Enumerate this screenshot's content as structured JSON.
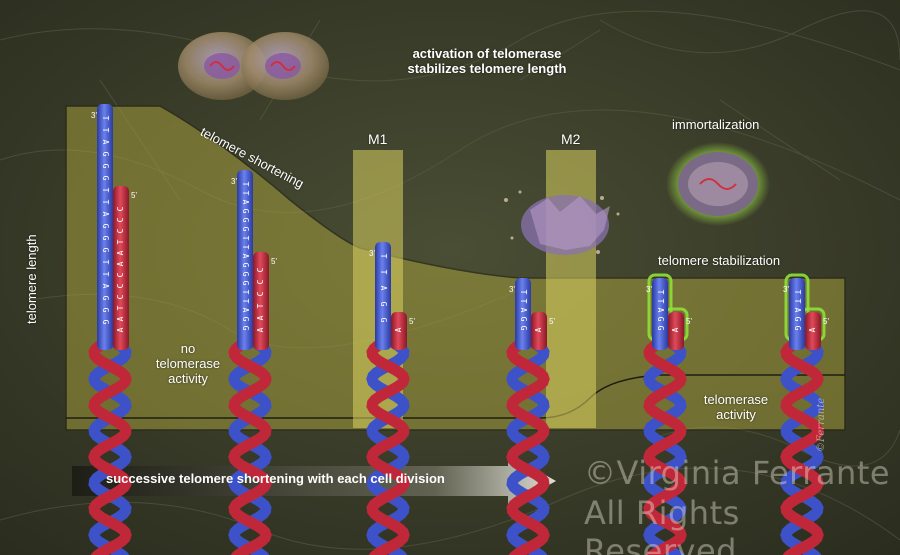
{
  "title": {
    "line1": "activation of telomerase",
    "line2": "stabilizes telomere length"
  },
  "labels": {
    "telomere_shortening": "telomere shortening",
    "telomere_length": "telomere length",
    "m1": "M1",
    "m2": "M2",
    "immortalization": "immortalization",
    "telomere_stabilization": "telomere stabilization",
    "no_telomerase_activity": [
      "no",
      "telomerase",
      "activity"
    ],
    "telomerase_activity": [
      "telomerase",
      "activity"
    ]
  },
  "arrow_text": "successive telomere shortening with each cell division",
  "strand_labels": {
    "three_prime": "3'",
    "five_prime": "5'"
  },
  "sequences": {
    "long_g_strand": "TTAGGGTTAGGGTTAGGG",
    "long_c_strand": "AATCCCAATCCC",
    "medium_c_strand": "AATCCC",
    "short_g_strand": "TTAGG",
    "short_c_strand": "A"
  },
  "watermark": {
    "line1": "©Virginia Ferrante",
    "line2": "All Rights Reserved"
  },
  "signature": "©Ferrante",
  "colors": {
    "background": "#3a3d2a",
    "telomere_band": "#b8b040",
    "blue_strand": "#3d52c8",
    "red_strand": "#c0283a",
    "glow": "#8ee03a"
  }
}
